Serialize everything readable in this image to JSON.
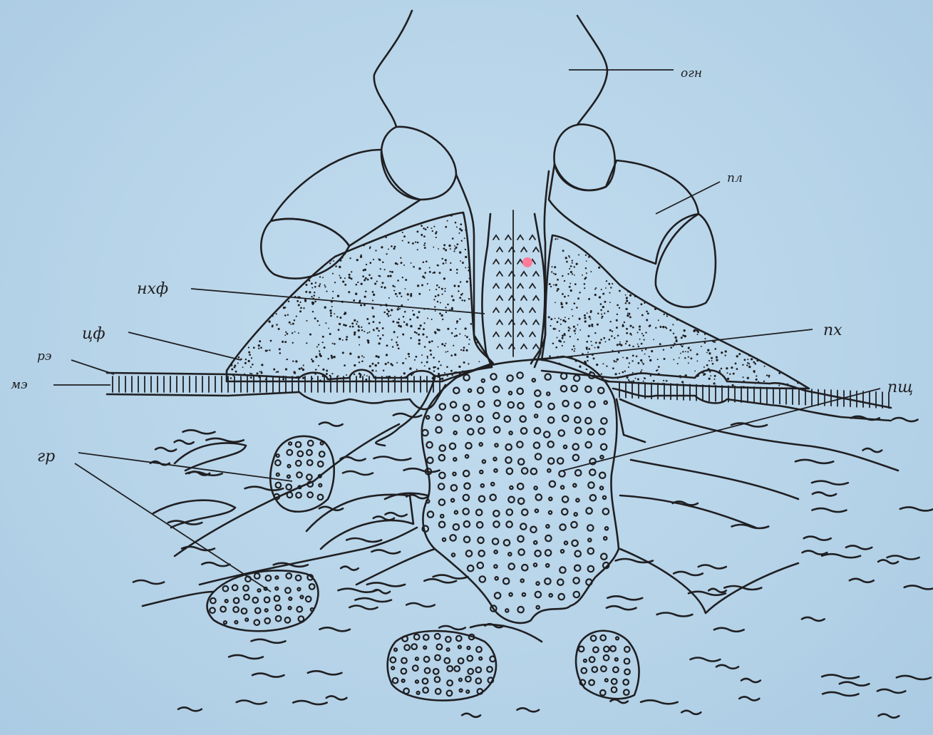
{
  "labels": {
    "ogn": "огн",
    "pl": "пл",
    "nhf": "нхф",
    "ph": "пх",
    "cf": "цф",
    "re": "рэ",
    "me": "мэ",
    "psch": "пщ",
    "gr": "гр"
  },
  "colors": {
    "background": "#b9d6ea",
    "ink": "#1f1f22",
    "highlight": "#ff7b9a"
  }
}
